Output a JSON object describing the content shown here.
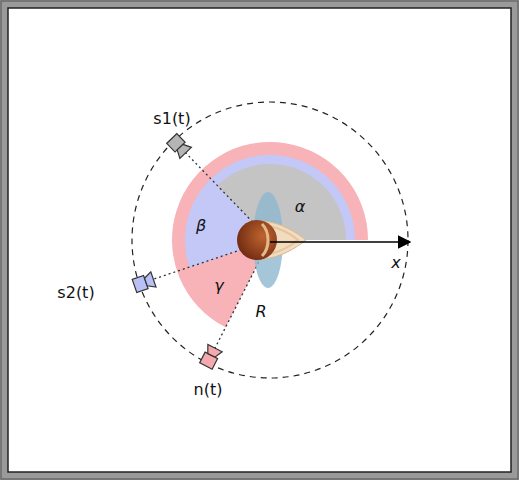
{
  "diagram": {
    "labels": [
      "s1(t)",
      "s2(t)",
      "n(t)",
      "α",
      "β",
      "γ",
      "R",
      "x"
    ]
  }
}
